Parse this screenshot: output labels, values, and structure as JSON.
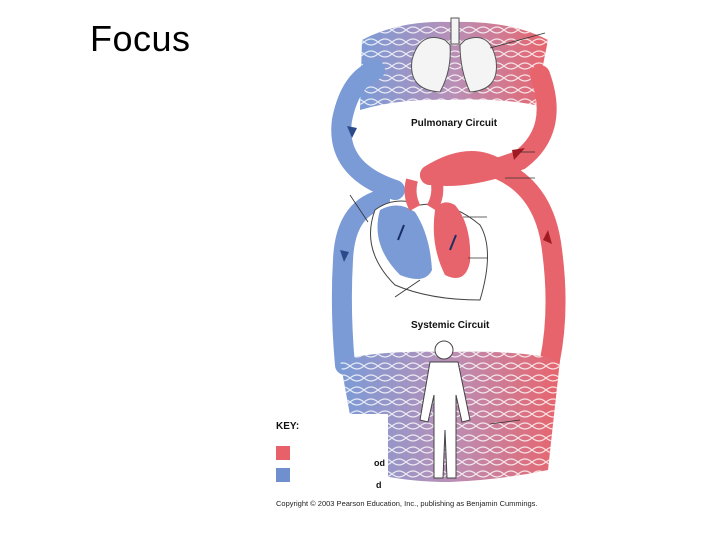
{
  "slide": {
    "title": "Focus"
  },
  "diagram": {
    "pulmonary_label": "Pulmonary Circuit",
    "systemic_label": "Systemic Circuit",
    "key": {
      "title": "KEY:",
      "oxygen_rich_partial": "od",
      "oxygen_poor_partial": "d",
      "oxygen_rich_color": "#e8606a",
      "oxygen_poor_color": "#6f8fcf"
    },
    "copyright": "Copyright © 2003 Pearson Education, Inc., publishing as Benjamin Cummings."
  },
  "colors": {
    "red_vessel": "#e8646c",
    "blue_vessel": "#7a9bd6",
    "capillary_mix": "#b98fb6"
  }
}
